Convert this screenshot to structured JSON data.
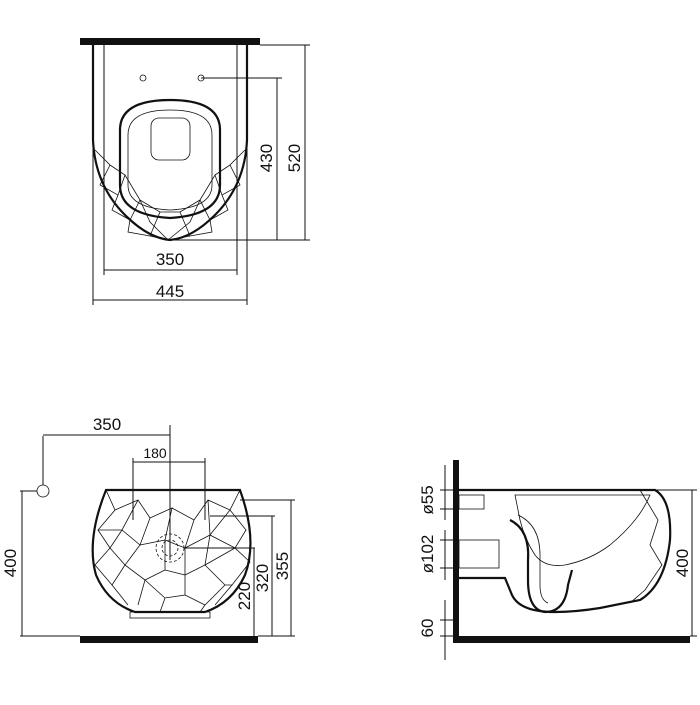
{
  "top_view": {
    "dim_width_inner": "350",
    "dim_width_outer": "445",
    "dim_depth_inner": "430",
    "dim_depth_outer": "520"
  },
  "front_view": {
    "dim_offset": "350",
    "dim_spacing": "180",
    "dim_height_total": "400",
    "dim_h1": "220",
    "dim_h2": "320",
    "dim_h3": "355"
  },
  "side_view": {
    "dim_diam_small": "ø55",
    "dim_diam_large": "ø102",
    "dim_floor": "60",
    "dim_height": "400"
  }
}
